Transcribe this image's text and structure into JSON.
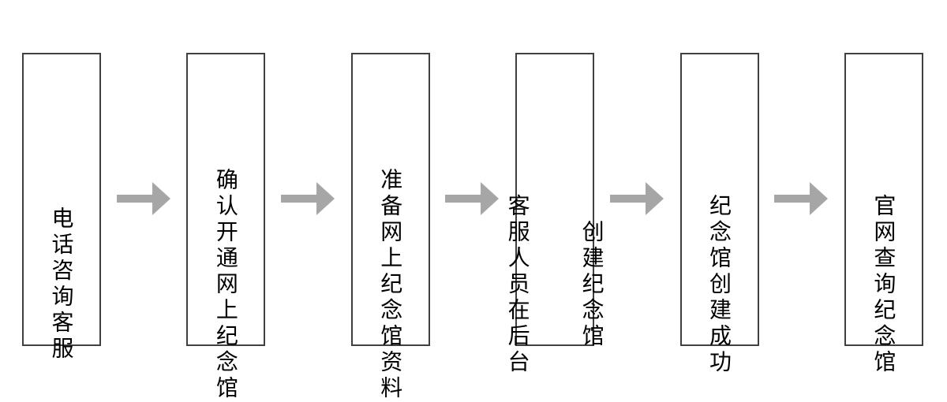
{
  "flow": {
    "box_border_color": "#404040",
    "arrow_color": "#a6a6a6",
    "text_color": "#000000",
    "background_color": "#ffffff",
    "steps": [
      {
        "lines": [
          "电话咨询客服"
        ]
      },
      {
        "lines": [
          "确认开通网上纪念馆"
        ]
      },
      {
        "lines": [
          "准备网上纪念馆资料"
        ]
      },
      {
        "lines": [
          "客服人员在后台",
          "创建纪念馆"
        ]
      },
      {
        "lines": [
          "纪念馆创建成功"
        ]
      },
      {
        "lines": [
          "官网查询纪念馆"
        ]
      }
    ]
  }
}
